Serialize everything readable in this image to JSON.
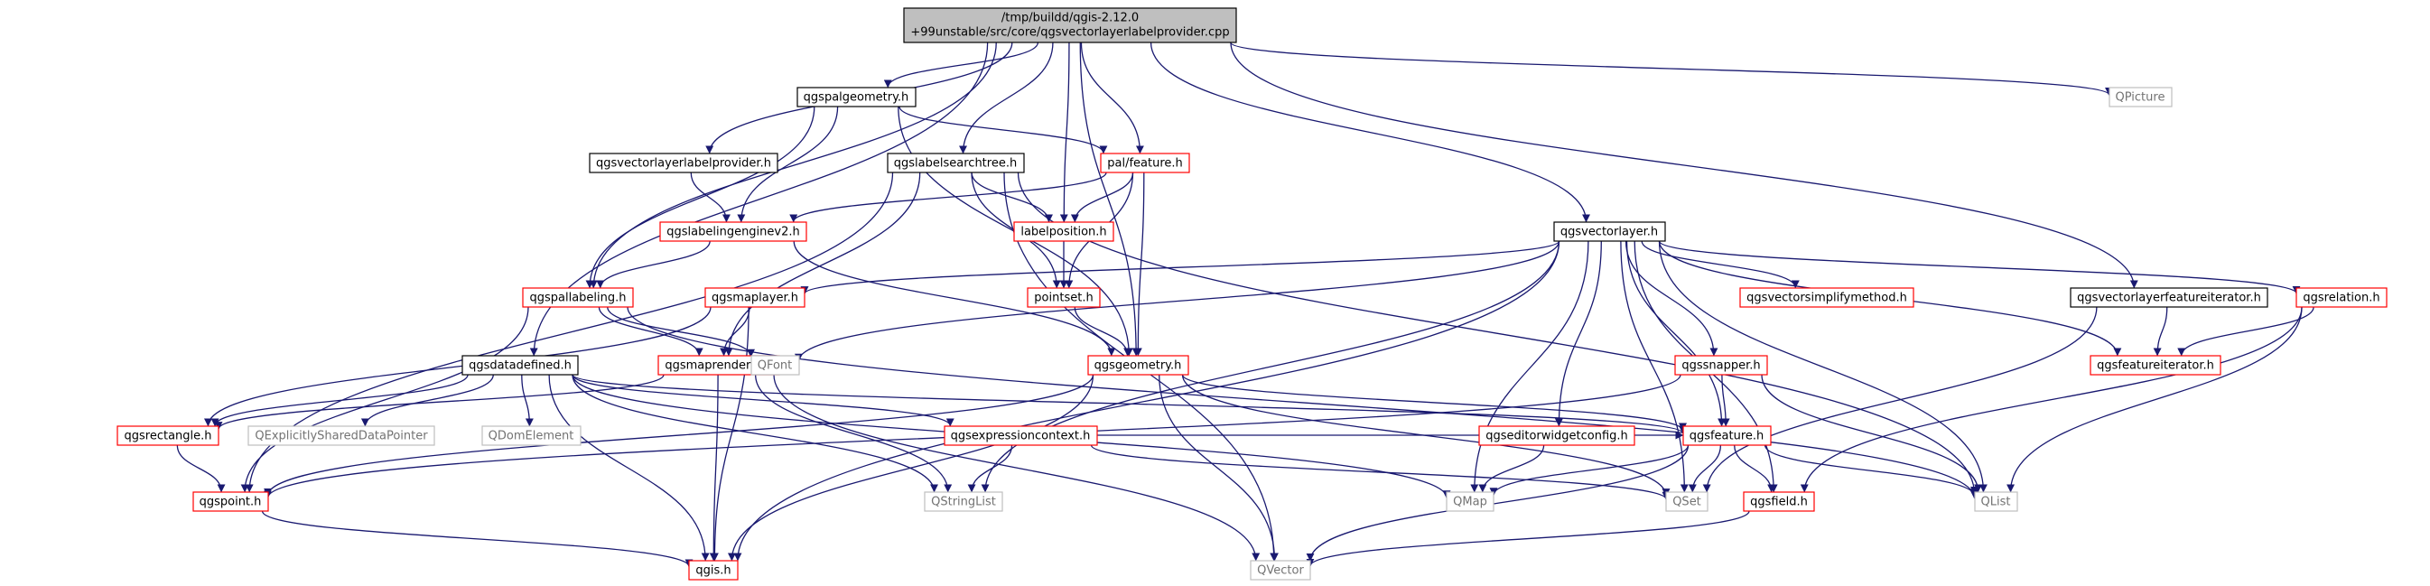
{
  "colors": {
    "edge": "#191970",
    "red_border": "#ff0000",
    "black_border": "#000000",
    "gray_border": "#bfbfbf",
    "root_fill": "#bfbfbf",
    "gray_text": "#737373"
  },
  "nodes": [
    {
      "id": "root",
      "lines": [
        "/tmp/buildd/qgis-2.12.0",
        "+99unstable/src/core/qgsvectorlayerlabelprovider.cpp"
      ],
      "style": "root"
    },
    {
      "id": "qgspalgeometry",
      "lines": [
        "qgspalgeometry.h"
      ],
      "style": "black"
    },
    {
      "id": "qpicture",
      "lines": [
        "QPicture"
      ],
      "style": "gray"
    },
    {
      "id": "qgsvectorlayerlabelprovider",
      "lines": [
        "qgsvectorlayerlabelprovider.h"
      ],
      "style": "black"
    },
    {
      "id": "qgslabelsearchtree",
      "lines": [
        "qgslabelsearchtree.h"
      ],
      "style": "black"
    },
    {
      "id": "palfeature",
      "lines": [
        "pal/feature.h"
      ],
      "style": "red"
    },
    {
      "id": "qgslabelingenginev2",
      "lines": [
        "qgslabelingenginev2.h"
      ],
      "style": "red"
    },
    {
      "id": "labelposition",
      "lines": [
        "labelposition.h"
      ],
      "style": "red"
    },
    {
      "id": "qgsvectorlayer",
      "lines": [
        "qgsvectorlayer.h"
      ],
      "style": "black"
    },
    {
      "id": "qgspallabeling",
      "lines": [
        "qgspallabeling.h"
      ],
      "style": "red"
    },
    {
      "id": "qgsmaplayer",
      "lines": [
        "qgsmaplayer.h"
      ],
      "style": "red"
    },
    {
      "id": "pointset",
      "lines": [
        "pointset.h"
      ],
      "style": "red"
    },
    {
      "id": "qgsvectorsimplifymethod",
      "lines": [
        "qgsvectorsimplifymethod.h"
      ],
      "style": "red"
    },
    {
      "id": "qgsvectorlayerfeatureiterator",
      "lines": [
        "qgsvectorlayerfeatureiterator.h"
      ],
      "style": "black"
    },
    {
      "id": "qgsrelation",
      "lines": [
        "qgsrelation.h"
      ],
      "style": "red"
    },
    {
      "id": "qgsdatadefined",
      "lines": [
        "qgsdatadefined.h"
      ],
      "style": "black"
    },
    {
      "id": "qgsmaprenderer",
      "lines": [
        "qgsmaprenderer.h"
      ],
      "style": "red"
    },
    {
      "id": "qfont",
      "lines": [
        "QFont"
      ],
      "style": "gray"
    },
    {
      "id": "qgsgeometry",
      "lines": [
        "qgsgeometry.h"
      ],
      "style": "red"
    },
    {
      "id": "qgssnapper",
      "lines": [
        "qgssnapper.h"
      ],
      "style": "red"
    },
    {
      "id": "qgsfeatureiterator",
      "lines": [
        "qgsfeatureiterator.h"
      ],
      "style": "red"
    },
    {
      "id": "qgsrectangle",
      "lines": [
        "qgsrectangle.h"
      ],
      "style": "red"
    },
    {
      "id": "qexplicitlyshareddatapointer",
      "lines": [
        "QExplicitlySharedDataPointer"
      ],
      "style": "gray"
    },
    {
      "id": "qdomelement",
      "lines": [
        "QDomElement"
      ],
      "style": "gray"
    },
    {
      "id": "qgsexpressioncontext",
      "lines": [
        "qgsexpressioncontext.h"
      ],
      "style": "red"
    },
    {
      "id": "qgseditorwidgetconfig",
      "lines": [
        "qgseditorwidgetconfig.h"
      ],
      "style": "red"
    },
    {
      "id": "qgsfeature",
      "lines": [
        "qgsfeature.h"
      ],
      "style": "red"
    },
    {
      "id": "qgspoint",
      "lines": [
        "qgspoint.h"
      ],
      "style": "red"
    },
    {
      "id": "qstringlist",
      "lines": [
        "QStringList"
      ],
      "style": "gray"
    },
    {
      "id": "qmap",
      "lines": [
        "QMap"
      ],
      "style": "gray"
    },
    {
      "id": "qset",
      "lines": [
        "QSet"
      ],
      "style": "gray"
    },
    {
      "id": "qgsfield",
      "lines": [
        "qgsfield.h"
      ],
      "style": "red"
    },
    {
      "id": "qlist",
      "lines": [
        "QList"
      ],
      "style": "gray"
    },
    {
      "id": "qgis",
      "lines": [
        "qgis.h"
      ],
      "style": "red"
    },
    {
      "id": "qvector",
      "lines": [
        "QVector"
      ],
      "style": "gray"
    }
  ],
  "edges": [
    [
      "root",
      "qgspalgeometry"
    ],
    [
      "root",
      "qpicture"
    ],
    [
      "root",
      "qgsvectorlayerlabelprovider"
    ],
    [
      "root",
      "qgslabelsearchtree"
    ],
    [
      "root",
      "palfeature"
    ],
    [
      "root",
      "labelposition"
    ],
    [
      "root",
      "qgsvectorlayer"
    ],
    [
      "root",
      "qgspallabeling"
    ],
    [
      "root",
      "qgsdatadefined"
    ],
    [
      "root",
      "qgsgeometry"
    ],
    [
      "root",
      "qgsvectorlayerfeatureiterator"
    ],
    [
      "qgspalgeometry",
      "palfeature"
    ],
    [
      "qgspalgeometry",
      "qgslabelingenginev2"
    ],
    [
      "qgspalgeometry",
      "qgspallabeling"
    ],
    [
      "qgspalgeometry",
      "qgsgeometry"
    ],
    [
      "qgsvectorlayerlabelprovider",
      "qgslabelingenginev2"
    ],
    [
      "qgslabelsearchtree",
      "labelposition"
    ],
    [
      "qgslabelsearchtree",
      "pointset"
    ],
    [
      "qgslabelsearchtree",
      "qgsmaprenderer"
    ],
    [
      "qgslabelsearchtree",
      "qgspoint"
    ],
    [
      "qgslabelsearchtree",
      "qlist"
    ],
    [
      "qgslabelsearchtree",
      "qvector"
    ],
    [
      "palfeature",
      "qgslabelingenginev2"
    ],
    [
      "palfeature",
      "labelposition"
    ],
    [
      "palfeature",
      "pointset"
    ],
    [
      "palfeature",
      "qgsgeometry"
    ],
    [
      "qgslabelingenginev2",
      "qgspallabeling"
    ],
    [
      "qgslabelingenginev2",
      "qgsgeometry"
    ],
    [
      "labelposition",
      "pointset"
    ],
    [
      "pointset",
      "qgsgeometry"
    ],
    [
      "qgspallabeling",
      "qgsmaprenderer"
    ],
    [
      "qgspallabeling",
      "qfont"
    ],
    [
      "qgspallabeling",
      "qgspoint"
    ],
    [
      "qgspallabeling",
      "qlist"
    ],
    [
      "qgsmaplayer",
      "qgsmaprenderer"
    ],
    [
      "qgsmaplayer",
      "qgsrectangle"
    ],
    [
      "qgsmaplayer",
      "qgis"
    ],
    [
      "qgsvectorlayer",
      "qgsmaplayer"
    ],
    [
      "qgsvectorlayer",
      "qgsvectorsimplifymethod"
    ],
    [
      "qgsvectorlayer",
      "qgsrelation"
    ],
    [
      "qgsvectorlayer",
      "qgsfeatureiterator"
    ],
    [
      "qgsvectorlayer",
      "qgssnapper"
    ],
    [
      "qgsvectorlayer",
      "qgseditorwidgetconfig"
    ],
    [
      "qgsvectorlayer",
      "qgsfeature"
    ],
    [
      "qgsvectorlayer",
      "qfont"
    ],
    [
      "qgsvectorlayer",
      "qstringlist"
    ],
    [
      "qgsvectorlayer",
      "qmap"
    ],
    [
      "qgsvectorlayer",
      "qset"
    ],
    [
      "qgsvectorlayer",
      "qgsfield"
    ],
    [
      "qgsvectorlayer",
      "qlist"
    ],
    [
      "qgsvectorlayer",
      "qgis"
    ],
    [
      "qgsvectorlayerfeatureiterator",
      "qgsfeatureiterator"
    ],
    [
      "qgsvectorlayerfeatureiterator",
      "qset"
    ],
    [
      "qgsrelation",
      "qgsfeatureiterator"
    ],
    [
      "qgsrelation",
      "qgsfield"
    ],
    [
      "qgsrelation",
      "qlist"
    ],
    [
      "qgsdatadefined",
      "qgsrectangle"
    ],
    [
      "qgsdatadefined",
      "qexplicitlyshareddatapointer"
    ],
    [
      "qgsdatadefined",
      "qdomelement"
    ],
    [
      "qgsdatadefined",
      "qgsexpressioncontext"
    ],
    [
      "qgsdatadefined",
      "qstringlist"
    ],
    [
      "qgsdatadefined",
      "qmap"
    ],
    [
      "qgsdatadefined",
      "qgis"
    ],
    [
      "qgsdatadefined",
      "qgsfeature"
    ],
    [
      "qgsmaprenderer",
      "qgsrectangle"
    ],
    [
      "qgsmaprenderer",
      "qstringlist"
    ],
    [
      "qgsmaprenderer",
      "qgis"
    ],
    [
      "qgsmaprenderer",
      "qvector"
    ],
    [
      "qgsgeometry",
      "qgspoint"
    ],
    [
      "qgsgeometry",
      "qgsfeature"
    ],
    [
      "qgsgeometry",
      "qgis"
    ],
    [
      "qgsgeometry",
      "qvector"
    ],
    [
      "qgsgeometry",
      "qset"
    ],
    [
      "qgssnapper",
      "qgspoint"
    ],
    [
      "qgssnapper",
      "qgsfeature"
    ],
    [
      "qgssnapper",
      "qlist"
    ],
    [
      "qgsexpressioncontext",
      "qgsfeature"
    ],
    [
      "qgsexpressioncontext",
      "qstringlist"
    ],
    [
      "qgsexpressioncontext",
      "qset"
    ],
    [
      "qgseditorwidgetconfig",
      "qmap"
    ],
    [
      "qgsfeature",
      "qgsfield"
    ],
    [
      "qgsfeature",
      "qmap"
    ],
    [
      "qgsfeature",
      "qset"
    ],
    [
      "qgsfeature",
      "qlist"
    ],
    [
      "qgsfeature",
      "qvector"
    ],
    [
      "qgsrectangle",
      "qgspoint"
    ],
    [
      "qgspoint",
      "qgis"
    ],
    [
      "qgsfield",
      "qvector"
    ]
  ]
}
